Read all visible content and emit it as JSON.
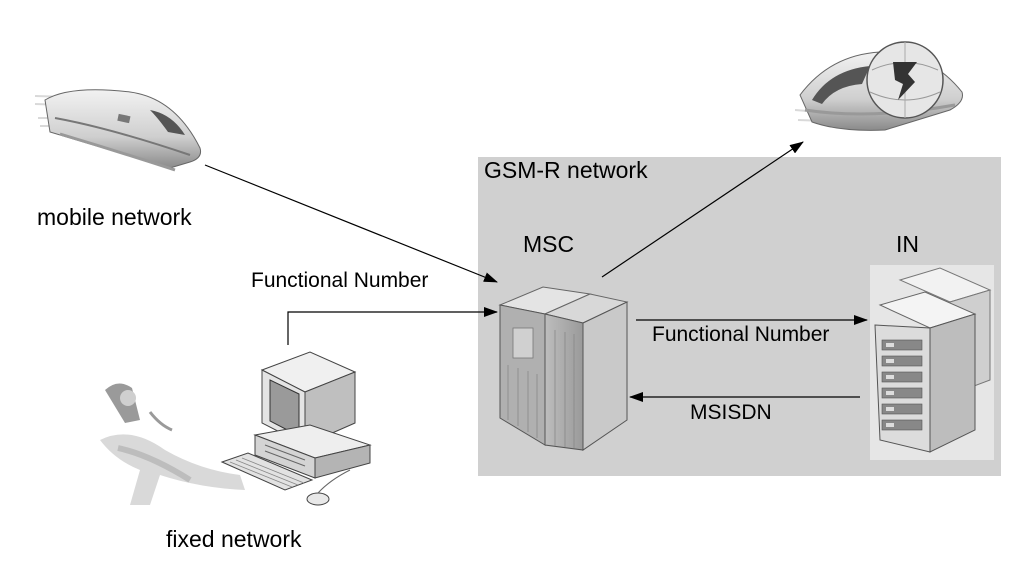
{
  "colors": {
    "network_box": "#d0d0d0",
    "line": "#000000",
    "device_light": "#e8e8e8",
    "device_mid": "#b8b8b8",
    "device_dark": "#7a7a7a"
  },
  "labels": {
    "mobile_network": "mobile network",
    "fixed_network": "fixed network",
    "gsmr_network": "GSM-R network",
    "msc": "MSC",
    "in": "IN",
    "functional_number_in": "Functional Number",
    "functional_number_out": "Functional Number",
    "msisdn": "MSISDN"
  },
  "icons": {
    "train_left": "train-icon",
    "train_right_with_antenna": "train-antenna-icon",
    "msc_cabinet": "server-cabinet-icon",
    "in_servers": "server-tower-icon",
    "workstation": "computer-icon",
    "person": "seated-person-icon"
  }
}
